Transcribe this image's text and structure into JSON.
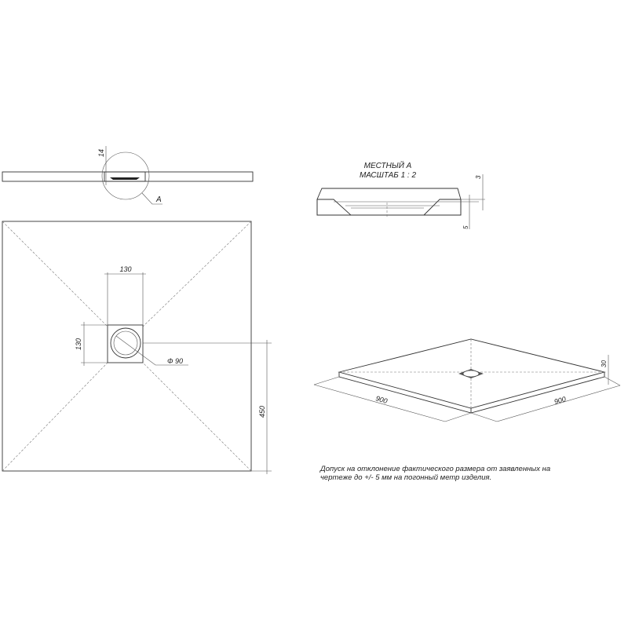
{
  "section": {
    "height_dim": "14",
    "callout": "A"
  },
  "detail": {
    "title_line1": "МЕСТНЫЙ А",
    "title_line2": "МАСШТАБ 1 : 2",
    "dim_top": "3",
    "dim_bottom": "5"
  },
  "top_view": {
    "drain_width": "130",
    "drain_height": "130",
    "drain_diameter": "Φ 90",
    "half_size": "450"
  },
  "iso_view": {
    "length_left": "900",
    "length_right": "900",
    "thickness": "30"
  },
  "note": {
    "line1": "Допуск на отклонение фактического размера от заявленных на",
    "line2": "чертеже до +/- 5 мм на погонный метр изделия."
  }
}
